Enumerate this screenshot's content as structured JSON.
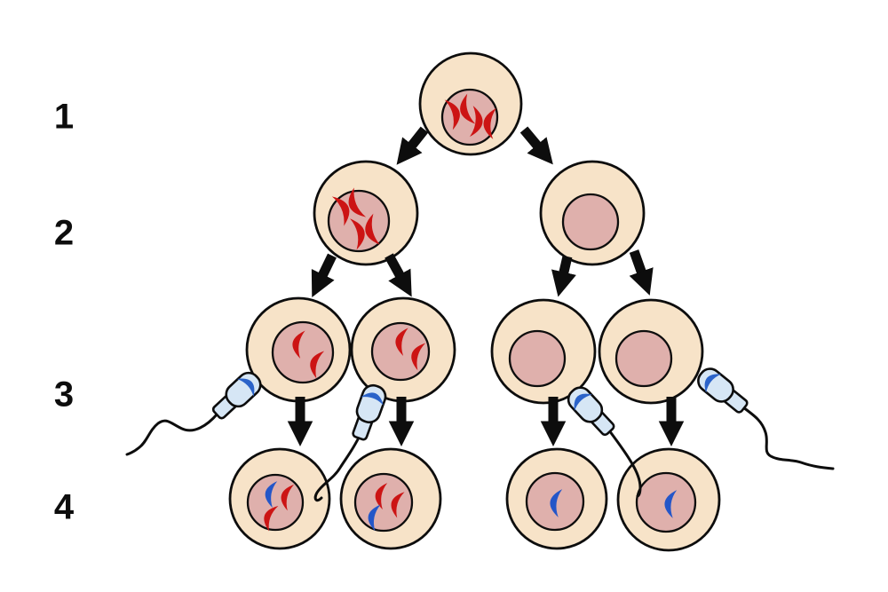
{
  "figure": {
    "type": "cell-division-diagram",
    "subject": "meiosis with fertilization by sperm",
    "row_labels": [
      "1",
      "2",
      "3",
      "4"
    ]
  },
  "colors": {
    "background": "#ffffff",
    "outline": "#0d0d0d",
    "cytoplasm": "#f7e3c8",
    "nucleus": "#dfb0ac",
    "chromosome_red": "#cc1414",
    "chromosome_blue": "#2456c8",
    "sperm_body": "#d6e6f5",
    "sperm_nucleus": "#2b63c9",
    "arrow": "#0d0d0d"
  },
  "rows": [
    {
      "label": "1",
      "cells": [
        {
          "nucleus_contents": [
            "red-x-chromosome",
            "red-x-chromosome"
          ]
        }
      ]
    },
    {
      "label": "2",
      "cells": [
        {
          "nucleus_contents": [
            "red-x-chromosome",
            "red-x-chromosome"
          ]
        },
        {
          "nucleus_contents": []
        }
      ]
    },
    {
      "label": "3",
      "cells": [
        {
          "nucleus_contents": [
            "red-chromatid",
            "red-chromatid"
          ]
        },
        {
          "nucleus_contents": [
            "red-chromatid",
            "red-chromatid"
          ]
        },
        {
          "nucleus_contents": []
        },
        {
          "nucleus_contents": []
        }
      ]
    },
    {
      "label": "4",
      "cells": [
        {
          "nucleus_contents": [
            "blue-chromatid",
            "red-chromatid",
            "red-chromatid"
          ]
        },
        {
          "nucleus_contents": [
            "red-chromatid",
            "red-chromatid",
            "blue-chromatid"
          ]
        },
        {
          "nucleus_contents": [
            "blue-chromatid"
          ]
        },
        {
          "nucleus_contents": [
            "blue-chromatid"
          ]
        }
      ]
    }
  ],
  "sperm": [
    {
      "position": "left",
      "target": "row-3-cell-1"
    },
    {
      "position": "center-left",
      "target": "row-3-cell-2"
    },
    {
      "position": "center-right",
      "target": "row-3-cell-3"
    },
    {
      "position": "right",
      "target": "row-3-cell-4"
    }
  ]
}
